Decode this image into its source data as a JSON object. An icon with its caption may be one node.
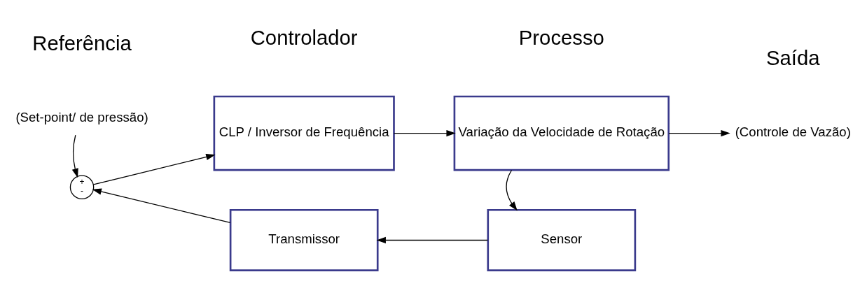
{
  "diagram": {
    "nodes": [
      {
        "text": [
          "(Set-point/ de pressão)"
        ]
      },
      {
        "text": [
          "+",
          "-"
        ]
      },
      {
        "text": [
          "CLP / Inversor de Frequência"
        ]
      },
      {
        "text": [
          "Variação da Velocidade de Rotação"
        ]
      },
      {
        "text": [
          "(Controle de Vazão)"
        ]
      },
      {
        "text": [
          "Sensor"
        ]
      },
      {
        "text": [
          "Transmissor"
        ]
      }
    ],
    "edges": [
      {
        "from": 0,
        "to": 1,
        "arrow": "to"
      },
      {
        "from": 1,
        "to": 2,
        "arrow": "to"
      },
      {
        "from": 2,
        "to": 3,
        "arrow": "to"
      },
      {
        "from": 3,
        "to": 4,
        "arrow": "to"
      },
      {
        "from": 3,
        "to": 5,
        "arrow": "to"
      },
      {
        "from": 5,
        "to": 6,
        "arrow": "to"
      },
      {
        "from": 6,
        "to": 1,
        "arrow": "to"
      }
    ],
    "labels": [
      "Referência",
      "Controlador",
      "Processo",
      "Saída"
    ]
  }
}
